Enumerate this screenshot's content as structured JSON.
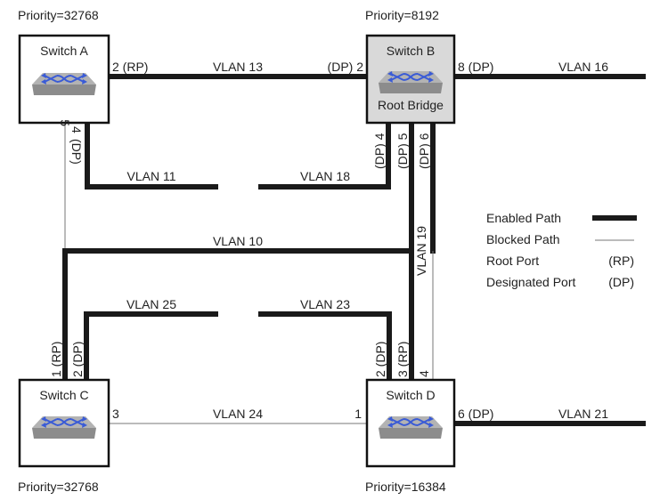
{
  "switches": {
    "a": {
      "name": "Switch A",
      "priority": "Priority=32768"
    },
    "b": {
      "name": "Switch B",
      "priority": "Priority=8192",
      "role": "Root Bridge"
    },
    "c": {
      "name": "Switch C",
      "priority": "Priority=32768"
    },
    "d": {
      "name": "Switch D",
      "priority": "Priority=16384"
    }
  },
  "vlans": {
    "v10": "VLAN 10",
    "v11": "VLAN 11",
    "v13": "VLAN 13",
    "v16": "VLAN 16",
    "v18": "VLAN 18",
    "v19": "VLAN 19",
    "v21": "VLAN 21",
    "v23": "VLAN 23",
    "v24": "VLAN 24",
    "v25": "VLAN 25"
  },
  "ports": {
    "a2": "2 (RP)",
    "a4": "4",
    "a4dp": "(DP)",
    "a5": "5",
    "b2": "(DP) 2",
    "b8": "8 (DP)",
    "b4": "(DP) 4",
    "b5": "(DP) 5",
    "b6": "(DP) 6",
    "c1": "1 (RP)",
    "c2": "2 (DP)",
    "c3": "3",
    "d1": "1",
    "d2": "2 (DP)",
    "d3": "3 (RP)",
    "d4": "4",
    "d6": "6 (DP)"
  },
  "legend": {
    "enabled": "Enabled Path",
    "blocked": "Blocked Path",
    "root_port": "Root Port",
    "root_port_abbr": "(RP)",
    "designated_port": "Designated Port",
    "designated_port_abbr": "(DP)"
  },
  "colors": {
    "switch_icon_top": "#b3b3b3",
    "switch_icon_front": "#8c8c8c",
    "switch_icon_arrows": "#3a5bd6",
    "root_bridge_fill": "#d9d9d9"
  }
}
